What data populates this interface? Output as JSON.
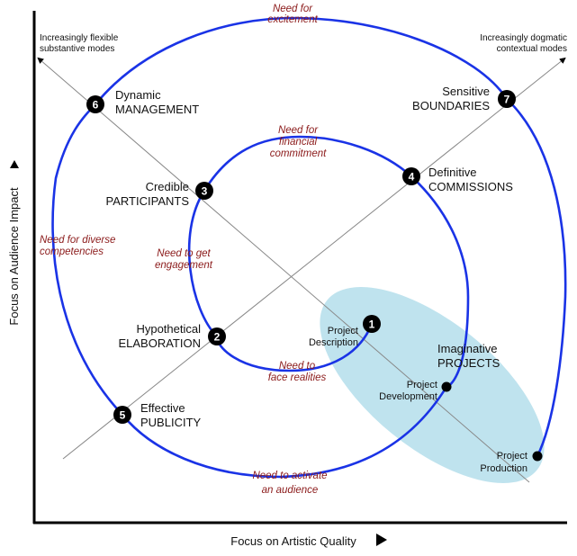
{
  "axes": {
    "x_label": "Focus on  Artistic Quality",
    "y_label": "Focus on Audience Impact"
  },
  "corners": {
    "top_left": [
      "Increasingly flexible",
      "substantive modes"
    ],
    "top_right": [
      "Increasingly dogmatic",
      "contextual modes"
    ]
  },
  "stages": [
    {
      "num": "1",
      "lines": [
        "Project",
        "Description"
      ]
    },
    {
      "num": "2",
      "lines": [
        "Hypothetical",
        "ELABORATION"
      ]
    },
    {
      "num": "3",
      "lines": [
        "Credible",
        "PARTICIPANTS"
      ]
    },
    {
      "num": "4",
      "lines": [
        "Definitive",
        "COMMISSIONS"
      ]
    },
    {
      "num": "5",
      "lines": [
        "Effective",
        "PUBLICITY"
      ]
    },
    {
      "num": "6",
      "lines": [
        "Dynamic",
        "MANAGEMENT"
      ]
    },
    {
      "num": "7",
      "lines": [
        "Sensitive",
        "BOUNDARIES"
      ]
    }
  ],
  "project_points": [
    {
      "lines": [
        "Project",
        "Development"
      ]
    },
    {
      "lines": [
        "Project",
        "Production"
      ]
    }
  ],
  "ellipse_label": [
    "Imaginative",
    "PROJECTS"
  ],
  "needs": [
    {
      "lines": [
        "Need for",
        "excitement"
      ]
    },
    {
      "lines": [
        "Need for",
        "financial",
        "commitment"
      ]
    },
    {
      "lines": [
        "Need for diverse",
        "competencies"
      ]
    },
    {
      "lines": [
        "Need to get",
        "engagement"
      ]
    },
    {
      "lines": [
        "Need to",
        "face realities"
      ]
    },
    {
      "lines": [
        "Need to activate",
        "an audience"
      ]
    }
  ],
  "colors": {
    "spiral": "#1a33e6",
    "ellipse_fill": "#bfe3ee",
    "need_text": "#8b1a1a",
    "marker": "#000000"
  }
}
